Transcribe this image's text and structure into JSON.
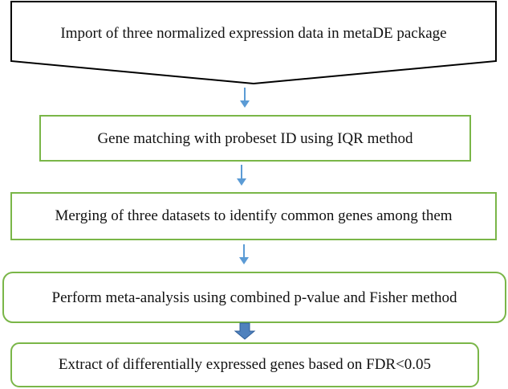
{
  "flowchart": {
    "steps": [
      {
        "id": "import",
        "text": "Import of three normalized expression data in metaDE package"
      },
      {
        "id": "gene-matching",
        "text": "Gene matching with probeset ID using IQR method"
      },
      {
        "id": "merging",
        "text": "Merging of three datasets to identify common genes among them"
      },
      {
        "id": "meta-analysis",
        "text": "Perform meta-analysis using combined p-value and Fisher method"
      },
      {
        "id": "extract",
        "text": "Extract of differentially expressed genes based on FDR<0.05"
      }
    ],
    "colors": {
      "box_border_green": "#7ab648",
      "input_shape_border": "#000000",
      "arrow_blue": "#5b9bd5",
      "block_arrow_fill": "#4f81bd",
      "block_arrow_stroke": "#2f5f9a",
      "text": "#111111"
    }
  }
}
